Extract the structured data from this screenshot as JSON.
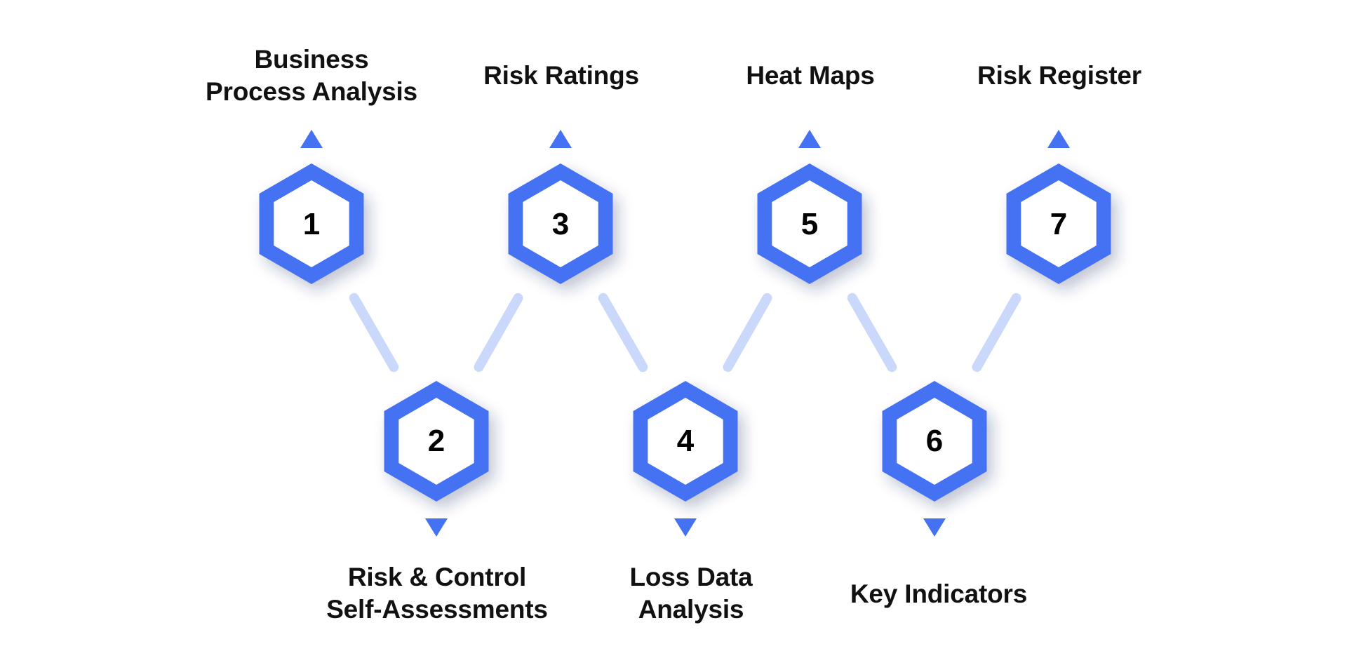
{
  "colors": {
    "accent": "#4472F2",
    "connector": "#C9D8FB",
    "inner_fill": "#FFFFFF",
    "text": "#111111"
  },
  "steps": [
    {
      "number": "1",
      "label_lines": [
        "Business",
        "Process Analysis"
      ],
      "position": "top",
      "arrow": "up"
    },
    {
      "number": "2",
      "label_lines": [
        "Risk & Control",
        "Self-Assessments"
      ],
      "position": "bottom",
      "arrow": "down"
    },
    {
      "number": "3",
      "label_lines": [
        "Risk Ratings"
      ],
      "position": "top",
      "arrow": "up"
    },
    {
      "number": "4",
      "label_lines": [
        "Loss Data",
        "Analysis"
      ],
      "position": "bottom",
      "arrow": "down"
    },
    {
      "number": "5",
      "label_lines": [
        "Heat Maps"
      ],
      "position": "top",
      "arrow": "up"
    },
    {
      "number": "6",
      "label_lines": [
        "Key Indicators"
      ],
      "position": "bottom",
      "arrow": "down"
    },
    {
      "number": "7",
      "label_lines": [
        "Risk Register"
      ],
      "position": "top",
      "arrow": "up"
    }
  ]
}
